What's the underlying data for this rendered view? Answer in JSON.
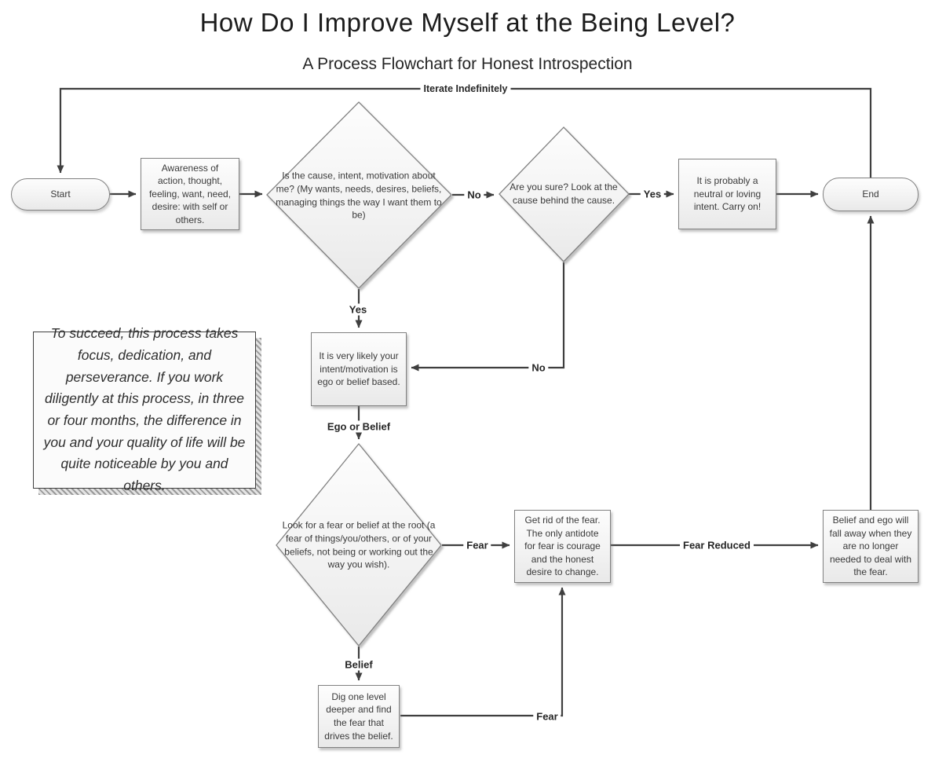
{
  "title": "How Do I Improve Myself at the Being Level?",
  "subtitle": "A Process Flowchart for Honest Introspection",
  "nodes": {
    "start": "Start",
    "end": "End",
    "awareness": "Awareness of action, thought, feeling, want, need, desire: with self or others.",
    "cause_decision": "Is the cause, intent, motivation about me? (My wants, needs, desires, beliefs, managing things the way I want them to be)",
    "sure_decision": "Are you sure? Look at the cause behind the cause.",
    "neutral_intent": "It is probably a neutral or loving intent. Carry on!",
    "ego_belief": "It is very likely your intent/motivation is ego or belief based.",
    "fear_decision": "Look for a fear or belief at the root (a fear of things/you/others, or of your beliefs, not being or working out the way you wish).",
    "get_rid_fear": "Get rid of the fear. The only antidote for fear is courage and the honest desire to change.",
    "belief_ego_fall": "Belief and ego will fall away when they are no longer needed to deal with the fear.",
    "dig_deeper": "Dig one level deeper and find the fear that drives the belief."
  },
  "labels": {
    "iterate": "Iterate Indefinitely",
    "no_to_sure": "No",
    "yes_to_neutral": "Yes",
    "yes_to_ego": "Yes",
    "no_to_ego": "No",
    "ego_or_belief": "Ego or Belief",
    "fear_to_antidote": "Fear",
    "fear_reduced": "Fear Reduced",
    "belief_to_dig": "Belief",
    "fear_from_dig": "Fear"
  },
  "note": "To succeed, this process takes focus, dedication, and perseverance. If you work diligently at this process, in three or four months, the difference in you and your quality of life will be quite noticeable by you and others.",
  "colors": {
    "line": "#3f3f3f",
    "shape_border": "#818181",
    "shape_fill_top": "#fdfdfd",
    "shape_fill_bottom": "#e9e9e9",
    "text": "#3a3a3a",
    "background": "#ffffff"
  }
}
